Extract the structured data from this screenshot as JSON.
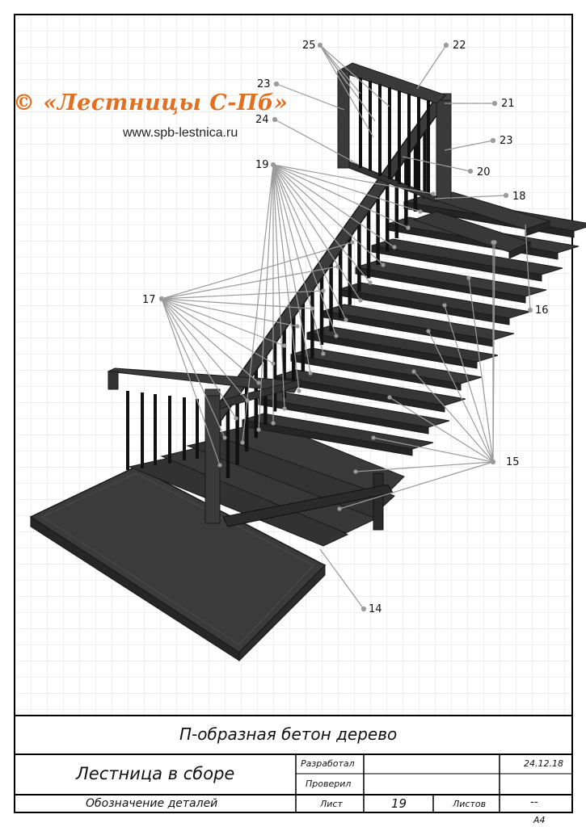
{
  "watermark": {
    "text": "© «Лестницы С-Пб»",
    "url": "www.spb-lestnica.ru",
    "color": "#e36f1e"
  },
  "callouts": [
    "25",
    "22",
    "23",
    "21",
    "24",
    "23",
    "19",
    "20",
    "18",
    "17",
    "16",
    "15",
    "14"
  ],
  "title_block": {
    "main_title": "П-образная бетон дерево",
    "drawing_name": "Лестница в сборе",
    "developed_label": "Разработал",
    "checked_label": "Проверил",
    "date": "24.12.18",
    "sheet_label": "Лист",
    "sheet_number": "19",
    "sheets_label": "Листов",
    "sheets_value": "--",
    "designation": "Обозначение деталей",
    "format": "А4"
  },
  "colors": {
    "wood": "#3a3a3a",
    "wood_dark": "#262626",
    "baluster": "#111111",
    "leader": "#9a9a9a",
    "grid": "#dcdcdc"
  }
}
